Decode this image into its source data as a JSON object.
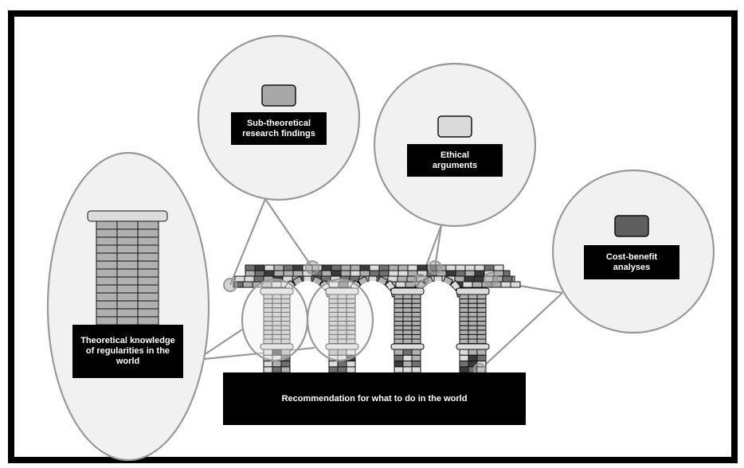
{
  "diagram": {
    "type": "conceptual-bridge",
    "colors": {
      "frame": "#000000",
      "bubble_fill": "#f1f1f1",
      "bubble_stroke": "#999999",
      "label_bg": "#000000",
      "label_text": "#ffffff",
      "brick_light": "#dcdcdc",
      "brick_mid": "#b0b0b0",
      "brick_dark": "#707070",
      "brick_darkest": "#3a3a3a"
    },
    "foundation": {
      "label": "Recommendation for what to do in the world"
    },
    "bubbles": [
      {
        "id": "theory",
        "label": "Theoretical knowledge\nof regularities in the\nworld",
        "icon": "brick-column-icon",
        "connects_to": "pillars 1 and 2"
      },
      {
        "id": "sub-theoretical",
        "label": "Sub-theoretical\nresearch findings",
        "icon": "mid-gray-brick-icon",
        "swatch": "#a8a8a8",
        "connects_to": "deck bricks"
      },
      {
        "id": "ethical",
        "label": "Ethical\narguments",
        "icon": "light-gray-brick-icon",
        "swatch": "#dadada",
        "connects_to": "arch bricks"
      },
      {
        "id": "cost-benefit",
        "label": "Cost-benefit\nanalyses",
        "icon": "dark-gray-brick-icon",
        "swatch": "#5f5f5f",
        "connects_to": "deck and pillar base bricks"
      }
    ],
    "pillars": [
      {
        "name": "pillar-1",
        "highlighted": true
      },
      {
        "name": "pillar-2",
        "highlighted": true
      },
      {
        "name": "pillar-3",
        "highlighted": false
      },
      {
        "name": "pillar-4",
        "highlighted": false
      }
    ]
  }
}
